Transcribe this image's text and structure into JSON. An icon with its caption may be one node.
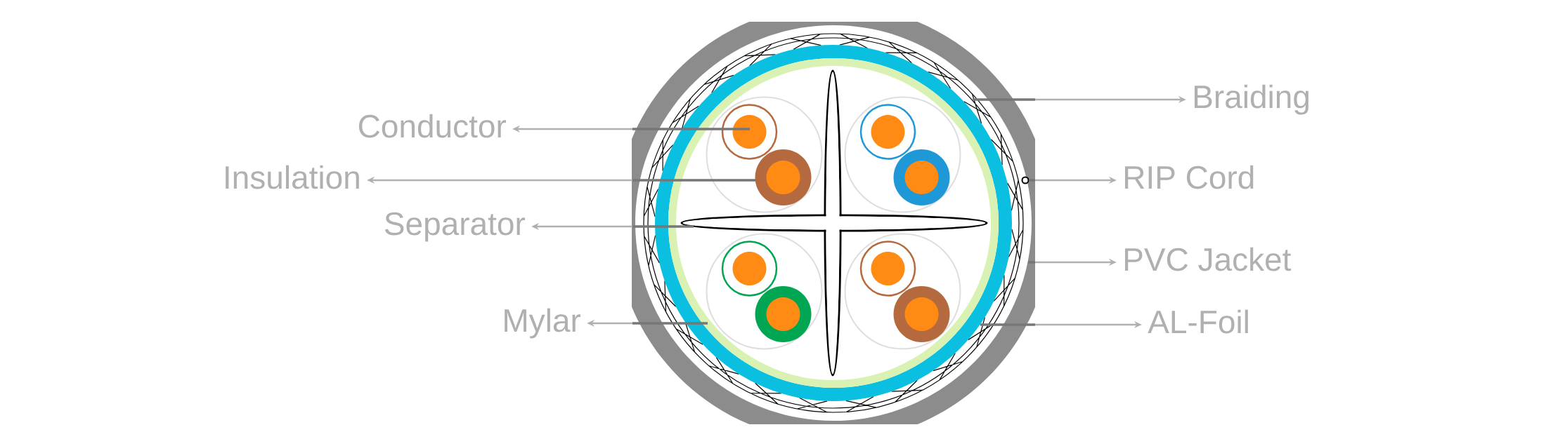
{
  "diagram": {
    "nodes": [
      {
        "text": [
          "Conductor"
        ]
      },
      {
        "text": [
          "Insulation"
        ]
      },
      {
        "text": [
          "Separator"
        ]
      },
      {
        "text": [
          "Mylar"
        ]
      },
      {
        "text": [
          "Braiding"
        ]
      },
      {
        "text": [
          "RIP Cord"
        ]
      },
      {
        "text": [
          "PVC Jacket"
        ]
      },
      {
        "text": [
          "AL-Foil"
        ]
      },
      {
        "text": [],
        "shape": "circle"
      }
    ],
    "edges": [
      {
        "from": null,
        "to": 0,
        "arrow": "to"
      },
      {
        "from": null,
        "to": 1,
        "arrow": "to"
      },
      {
        "from": null,
        "to": 2,
        "arrow": "to"
      },
      {
        "from": null,
        "to": 3,
        "arrow": "to"
      },
      {
        "from": null,
        "to": 4,
        "arrow": "to"
      },
      {
        "from": 8,
        "to": 5,
        "arrow": "to"
      },
      {
        "from": null,
        "to": 6,
        "arrow": "to"
      },
      {
        "from": null,
        "to": 7,
        "arrow": "to"
      }
    ]
  }
}
